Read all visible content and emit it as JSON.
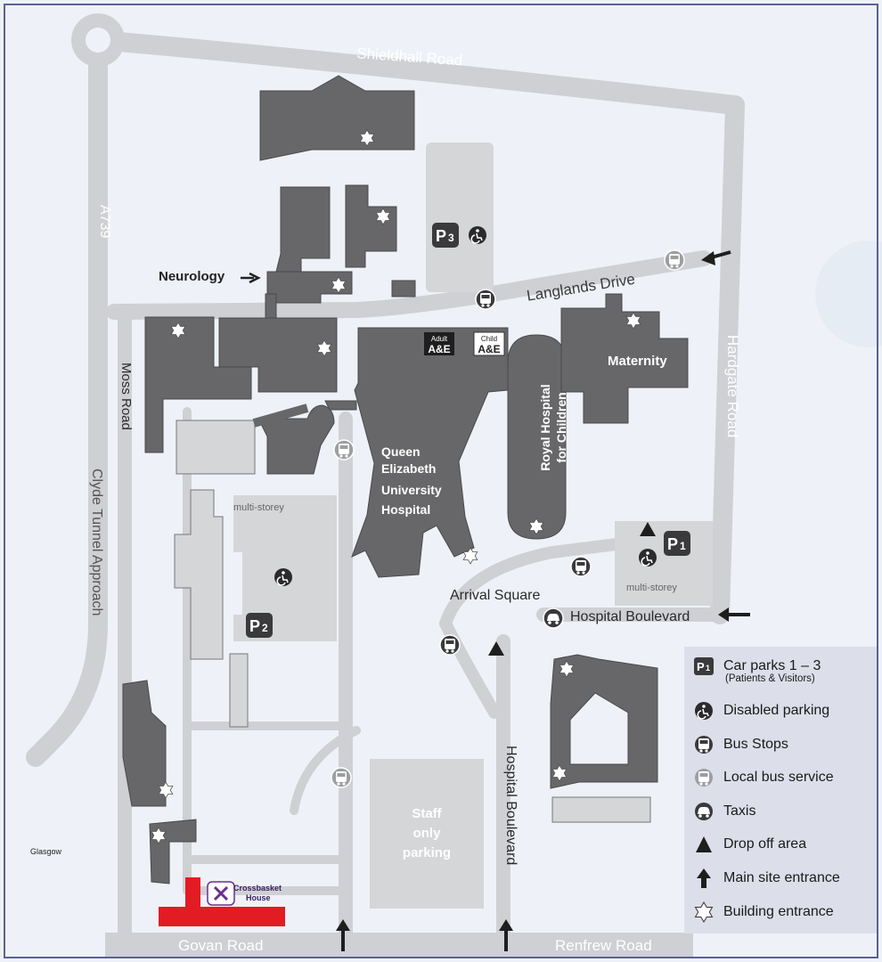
{
  "roads": {
    "shieldhall": "Shieldhall Road",
    "langlands": "Langlands Drive",
    "hardgate": "Hardgate Road",
    "a739": "A739",
    "moss": "Moss Road",
    "clyde": "Clyde Tunnel Approach",
    "hospital_boulevard_h": "Hospital Boulevard",
    "hospital_boulevard_v": "Hospital Boulevard",
    "govan": "Govan Road",
    "renfrew": "Renfrew Road"
  },
  "labels": {
    "neurology": "Neurology",
    "maternity": "Maternity",
    "qeuh_1": "Queen",
    "qeuh_2": "Elizabeth",
    "qeuh_3": "University",
    "qeuh_4": "Hospital",
    "rhc_1": "Royal Hospital",
    "rhc_2": "for Children",
    "adult_top": "Adult",
    "adult_bottom": "A&E",
    "child_top": "Child",
    "child_bottom": "A&E",
    "multi_storey_1": "multi-storey",
    "multi_storey_2": "multi-storey",
    "arrival_square": "Arrival Square",
    "staff_1": "Staff",
    "staff_2": "only",
    "staff_3": "parking",
    "crossbasket_1": "Crossbasket",
    "crossbasket_2": "House",
    "glasgow": "Glasgow",
    "p1": "P",
    "p1_sub": "1",
    "p2": "P",
    "p2_sub": "2",
    "p3": "P",
    "p3_sub": "3"
  },
  "legend": {
    "car_parks": "Car parks 1 – 3",
    "car_parks_sub": "(Patients & Visitors)",
    "disabled": "Disabled parking",
    "bus_stops": "Bus Stops",
    "local_bus": "Local bus service",
    "taxis": "Taxis",
    "drop_off": "Drop off area",
    "main_entrance": "Main site entrance",
    "building_entrance": "Building entrance",
    "p_icon": "P",
    "p_icon_sub": "1"
  },
  "colors": {
    "building": "#676769",
    "road": "#cfd0d3",
    "background": "#eef2f8",
    "parking": "#d5d6d8",
    "highlight": "#e31b23",
    "legend_bg": "#dcdfea",
    "border": "#5a6296"
  }
}
